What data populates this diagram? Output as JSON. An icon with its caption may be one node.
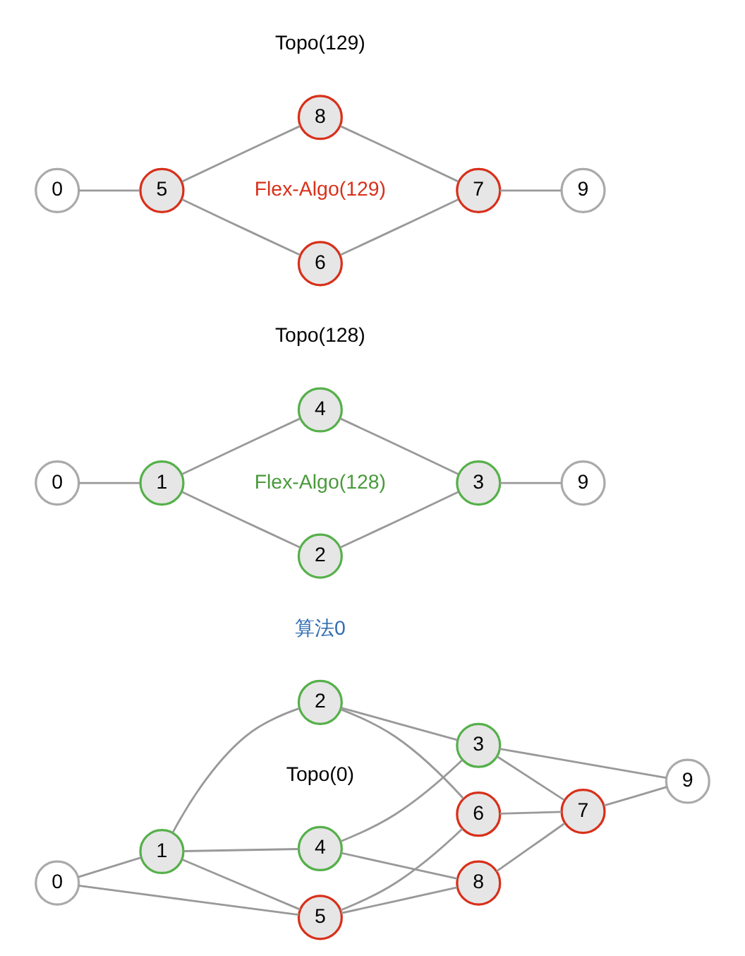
{
  "diagram": {
    "nodes": [
      {
        "text": [
          "0"
        ]
      },
      {
        "text": [
          "1"
        ]
      },
      {
        "text": [
          "2"
        ]
      },
      {
        "text": [
          "3"
        ]
      },
      {
        "text": [
          "4"
        ]
      },
      {
        "text": [
          "5"
        ]
      },
      {
        "text": [
          "6"
        ]
      },
      {
        "text": [
          "7"
        ]
      },
      {
        "text": [
          "8"
        ]
      },
      {
        "text": [
          "9"
        ]
      },
      {
        "text": [
          "0"
        ]
      },
      {
        "text": [
          "1"
        ]
      },
      {
        "text": [
          "2"
        ]
      },
      {
        "text": [
          "3"
        ]
      },
      {
        "text": [
          "4"
        ]
      },
      {
        "text": [
          "9"
        ]
      },
      {
        "text": [
          "0"
        ]
      },
      {
        "text": [
          "5"
        ]
      },
      {
        "text": [
          "6"
        ]
      },
      {
        "text": [
          "7"
        ]
      },
      {
        "text": [
          "8"
        ]
      },
      {
        "text": [
          "9"
        ]
      }
    ],
    "edges": [
      {
        "from": 0,
        "to": 1,
        "arrow": "none"
      },
      {
        "from": 0,
        "to": 5,
        "arrow": "none"
      },
      {
        "from": 1,
        "to": 2,
        "arrow": "none"
      },
      {
        "from": 1,
        "to": 4,
        "arrow": "none"
      },
      {
        "from": 1,
        "to": 5,
        "arrow": "none"
      },
      {
        "from": 2,
        "to": 3,
        "arrow": "none"
      },
      {
        "from": 2,
        "to": 6,
        "arrow": "none"
      },
      {
        "from": 4,
        "to": 3,
        "arrow": "none"
      },
      {
        "from": 4,
        "to": 8,
        "arrow": "none"
      },
      {
        "from": 3,
        "to": 7,
        "arrow": "none"
      },
      {
        "from": 3,
        "to": 9,
        "arrow": "none"
      },
      {
        "from": 5,
        "to": 6,
        "arrow": "none"
      },
      {
        "from": 5,
        "to": 8,
        "arrow": "none"
      },
      {
        "from": 6,
        "to": 7,
        "arrow": "none"
      },
      {
        "from": 8,
        "to": 7,
        "arrow": "none"
      },
      {
        "from": 7,
        "to": 9,
        "arrow": "none"
      },
      {
        "from": 10,
        "to": 11,
        "arrow": "none"
      },
      {
        "from": 11,
        "to": 12,
        "arrow": "none"
      },
      {
        "from": 11,
        "to": 14,
        "arrow": "none"
      },
      {
        "from": 12,
        "to": 13,
        "arrow": "none"
      },
      {
        "from": 14,
        "to": 13,
        "arrow": "none"
      },
      {
        "from": 13,
        "to": 15,
        "arrow": "none"
      },
      {
        "from": 16,
        "to": 17,
        "arrow": "none"
      },
      {
        "from": 17,
        "to": 18,
        "arrow": "none"
      },
      {
        "from": 17,
        "to": 20,
        "arrow": "none"
      },
      {
        "from": 18,
        "to": 19,
        "arrow": "none"
      },
      {
        "from": 20,
        "to": 19,
        "arrow": "none"
      },
      {
        "from": 19,
        "to": 21,
        "arrow": "none"
      }
    ],
    "labels": [
      "Topo(0)",
      "算法0",
      "Topo(128)",
      "Flex-Algo(128)",
      "Topo(129)",
      "Flex-Algo(129)"
    ]
  }
}
